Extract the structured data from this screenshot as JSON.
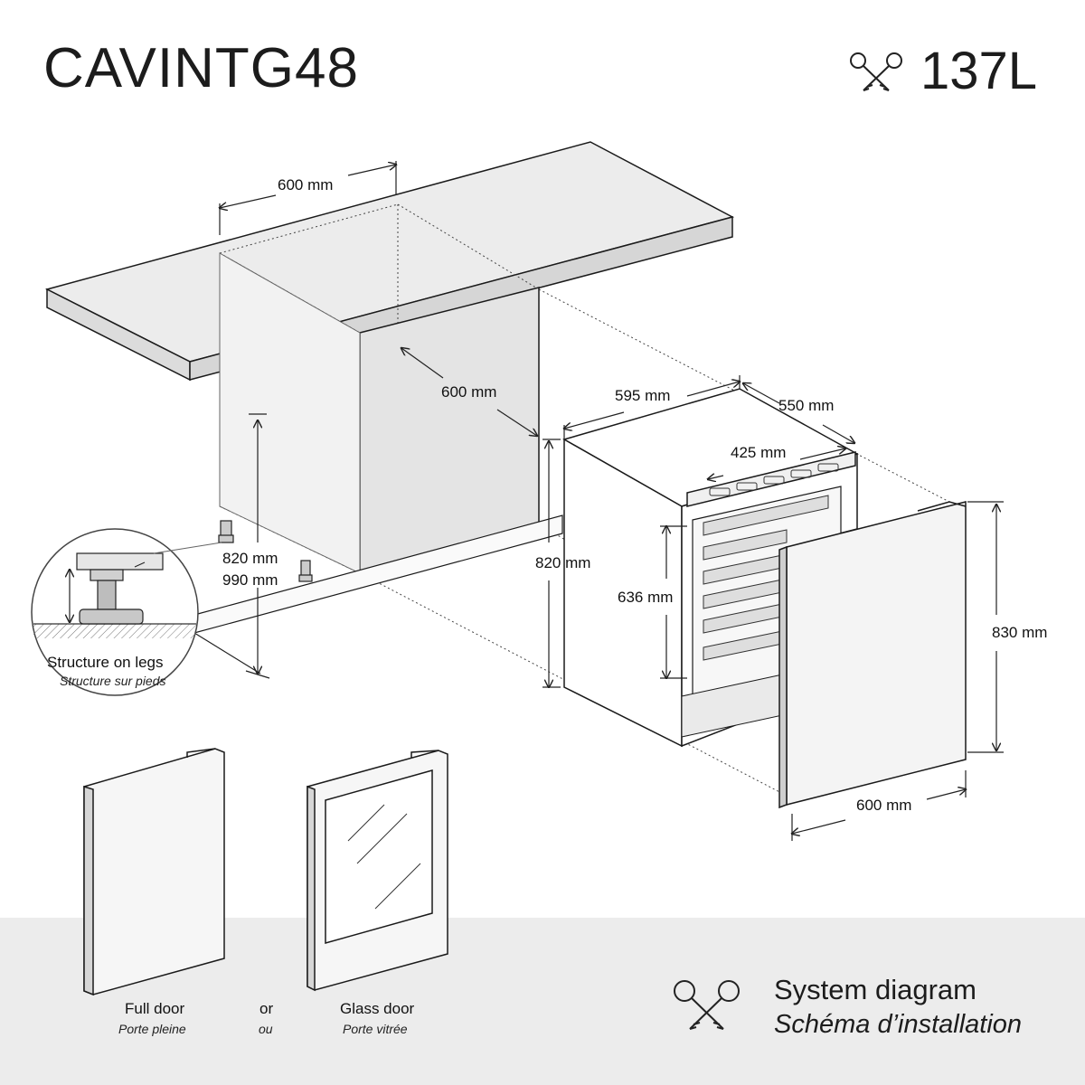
{
  "header": {
    "model": "CAVINTG48",
    "capacity": "137L",
    "capacity_icon": "crossed-keys-icon"
  },
  "cabinet_dimensions": {
    "width_top": "600 mm",
    "depth": "600 mm",
    "height_min": "820 mm",
    "height_max": "990 mm"
  },
  "appliance_dimensions": {
    "width": "595 mm",
    "depth": "550 mm",
    "inner_width": "425 mm",
    "height": "820 mm",
    "inner_height": "636 mm"
  },
  "panel_dimensions": {
    "height": "830 mm",
    "width": "600 mm"
  },
  "legs_detail": {
    "label": "Structure on legs",
    "label_fr": "Structure sur pieds"
  },
  "door_options": {
    "full_door": "Full door",
    "full_door_fr": "Porte pleine",
    "or": "or",
    "or_fr": "ou",
    "glass_door": "Glass door",
    "glass_door_fr": "Porte vitrée"
  },
  "footer": {
    "title": "System diagram",
    "title_fr": "Schéma d’installation",
    "icon": "crossed-keys-icon"
  }
}
